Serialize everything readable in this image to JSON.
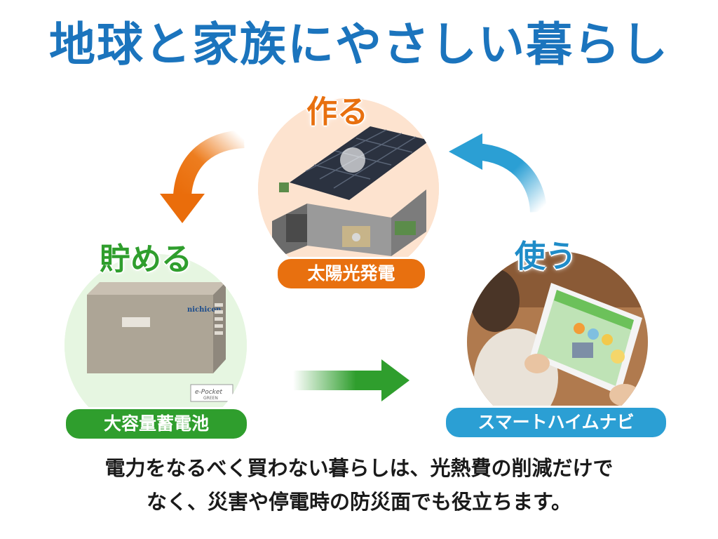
{
  "title": "地球と家族にやさしい暮らし",
  "colors": {
    "title": "#1b74bd",
    "make": "#e8700f",
    "store": "#2f9e2d",
    "use": "#2b9fd4"
  },
  "nodes": {
    "make": {
      "heading": "作る",
      "label": "太陽光発電",
      "icon": "house-with-solar-panels-photo"
    },
    "store": {
      "heading": "貯める",
      "label": "大容量蓄電池",
      "icon": "battery-unit-photo",
      "brand": "nichicon",
      "product": "e-Pocket",
      "product_sub": "GREEN"
    },
    "use": {
      "heading": "使う",
      "label": "スマートハイムナビ",
      "icon": "tablet-in-hands-photo"
    }
  },
  "arrows": [
    {
      "name": "make-to-store",
      "color": "orange"
    },
    {
      "name": "store-to-use",
      "color": "green"
    },
    {
      "name": "use-to-make",
      "color": "blue"
    }
  ],
  "caption": {
    "line1": "電力をなるべく買わない暮らしは、光熱費の削減だけで",
    "line2": "なく、災害や停電時の防災面でも役立ちます。"
  }
}
